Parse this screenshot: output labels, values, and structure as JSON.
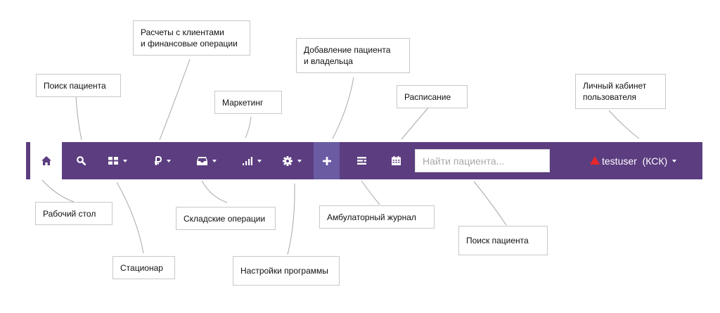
{
  "colors": {
    "navbar": "#5c3d80",
    "add_button": "#6a5ba3",
    "warning": "#e8262c"
  },
  "navbar": {
    "items": [
      {
        "icon": "home-icon"
      },
      {
        "icon": "search-icon"
      },
      {
        "icon": "grid-icon",
        "dropdown": true
      },
      {
        "icon": "ruble-icon",
        "dropdown": true
      },
      {
        "icon": "inbox-icon",
        "dropdown": true
      },
      {
        "icon": "bar-chart-icon",
        "dropdown": true
      },
      {
        "icon": "gear-icon",
        "dropdown": true
      },
      {
        "icon": "plus-icon"
      },
      {
        "icon": "journal-icon"
      },
      {
        "icon": "calendar-icon"
      }
    ],
    "search_placeholder": "Найти пациента...",
    "user_label": "testuser  (КСК)",
    "user_icon": "warning-icon"
  },
  "callouts": {
    "finance": "Расчеты с клиентами\nи финансовые операции",
    "add_patient": "Добавление пациента\nи владельца",
    "search_patient_top": "Поиск пациента",
    "marketing": "Маркетинг",
    "schedule": "Расписание",
    "user_cabinet": "Личный кабинет\nпользователя",
    "desktop": "Рабочий стол",
    "warehouse": "Складские операции",
    "outpatient_journal": "Амбулаторный журнал",
    "search_patient_bottom": "Поиск пациента",
    "hospital": "Стационар",
    "settings": "Настройки программы"
  }
}
